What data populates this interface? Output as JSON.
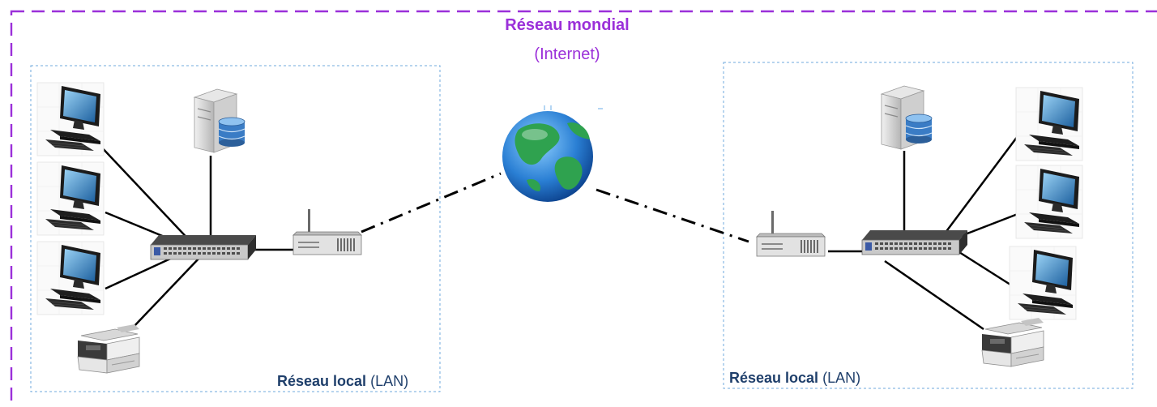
{
  "wan": {
    "title": "Réseau mondial",
    "subtitle": "(Internet)",
    "color": "#9b30d9"
  },
  "lan_left": {
    "label_bold": "Réseau local",
    "label_paren": "(LAN)"
  },
  "lan_right": {
    "label_bold": "Réseau local",
    "label_paren": "(LAN)"
  },
  "colors": {
    "lan_border": "#6fa8dc",
    "label": "#1f3f6b",
    "link": "#000000"
  },
  "icons": [
    "computer-icon",
    "server-icon",
    "switch-icon",
    "router-icon",
    "printer-icon",
    "globe-icon"
  ]
}
